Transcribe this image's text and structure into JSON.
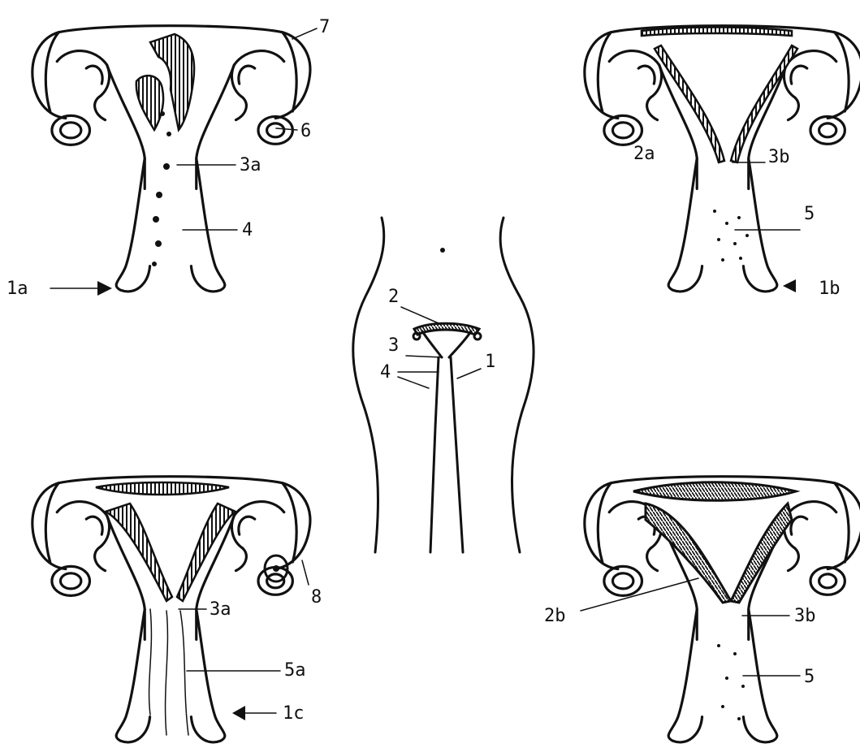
{
  "labels": {
    "panel_a": {
      "l1": "1a",
      "l3": "3a",
      "l4": "4",
      "l6": "6",
      "l7": "7"
    },
    "panel_b": {
      "l1": "1b",
      "l2": "2a",
      "l3": "3b",
      "l5": "5"
    },
    "panel_c": {
      "l1": "1c",
      "l3": "3a",
      "l5": "5a",
      "l8": "8"
    },
    "panel_d": {
      "l2": "2b",
      "l3": "3b",
      "l5": "5"
    },
    "center": {
      "l1": "1",
      "l2": "2",
      "l3": "3",
      "l4": "4"
    }
  }
}
